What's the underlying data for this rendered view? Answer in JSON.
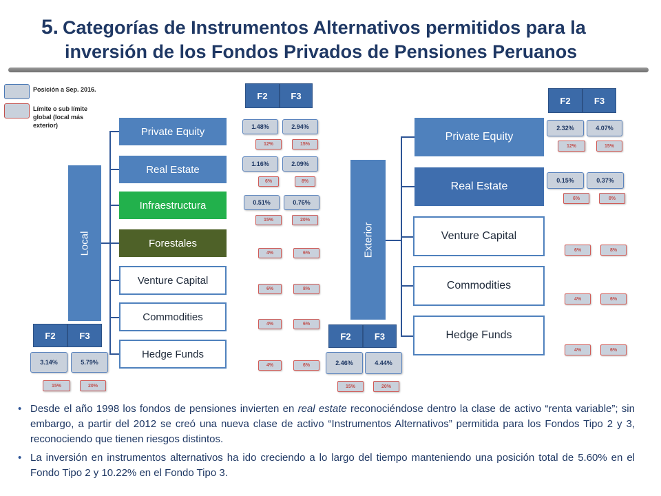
{
  "title": {
    "number": "5.",
    "line1": "Categorías de Instrumentos Alternativos permitidos para la",
    "line2": "inversión de los Fondos Privados de Pensiones Peruanos"
  },
  "legend": {
    "position_label": "Posición a Sep. 2016.",
    "limit_label": "Límite o sub límite global (local más exterior)"
  },
  "headers": {
    "f2": "F2",
    "f3": "F3"
  },
  "local": {
    "label": "Local",
    "categories": [
      "Private Equity",
      "Real Estate",
      "Infraestructura",
      "Forestales",
      "Venture Capital",
      "Commodities",
      "Hedge Funds"
    ],
    "rows": [
      {
        "f2": "1.48%",
        "f3": "2.94%",
        "l2": "12%",
        "l3": "15%"
      },
      {
        "f2": "1.16%",
        "f3": "2.09%",
        "l2": "6%",
        "l3": "8%"
      },
      {
        "f2": "0.51%",
        "f3": "0.76%",
        "l2": "15%",
        "l3": "20%"
      },
      {
        "l2": "4%",
        "l3": "6%"
      },
      {
        "l2": "6%",
        "l3": "8%"
      },
      {
        "l2": "4%",
        "l3": "6%"
      },
      {
        "l2": "4%",
        "l3": "6%"
      }
    ],
    "total": {
      "f2": "3.14%",
      "f3": "5.79%",
      "l2": "15%",
      "l3": "20%"
    }
  },
  "exterior": {
    "label": "Exterior",
    "categories": [
      "Private Equity",
      "Real Estate",
      "Venture Capital",
      "Commodities",
      "Hedge Funds"
    ],
    "rows": [
      {
        "f2": "2.32%",
        "f3": "4.07%",
        "l2": "12%",
        "l3": "15%"
      },
      {
        "f2": "0.15%",
        "f3": "0.37%",
        "l2": "6%",
        "l3": "8%"
      },
      {
        "l2": "6%",
        "l3": "8%"
      },
      {
        "l2": "4%",
        "l3": "6%"
      },
      {
        "l2": "4%",
        "l3": "6%"
      }
    ],
    "total": {
      "f2": "2.46%",
      "f3": "4.44%",
      "l2": "15%",
      "l3": "20%"
    }
  },
  "bullets": {
    "b1_pre": "Desde el año 1998 los fondos de pensiones invierten en ",
    "b1_italic": "real estate",
    "b1_post": " reconociéndose dentro la clase de activo “renta variable”; sin embargo, a partir del 2012 se creó una nueva clase de activo “Instrumentos Alternativos” permitida para los Fondos Tipo 2 y 3, reconociendo que tienen riesgos distintos.",
    "b2": "La inversión en instrumentos alternativos ha ido creciendo a lo largo del tiempo manteniendo una posición total de 5.60% en el Fondo Tipo 2 y 10.22% en el Fondo Tipo 3."
  }
}
